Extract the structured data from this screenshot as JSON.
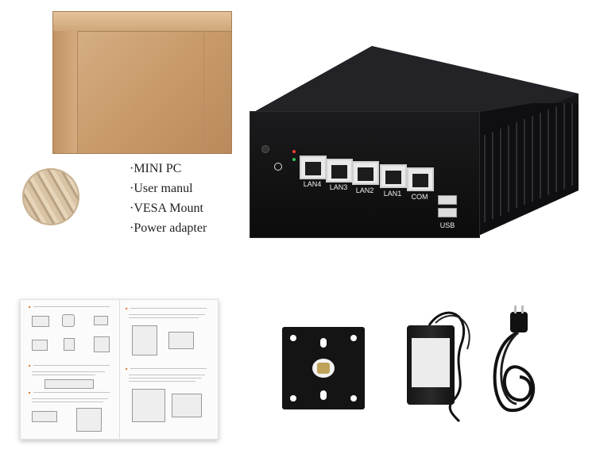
{
  "package_items": [
    "MINI PC",
    "User manul",
    "VESA Mount",
    "Power adapter"
  ],
  "ports": {
    "lan": [
      "LAN4",
      "LAN3",
      "LAN2",
      "LAN1"
    ],
    "com": "COM",
    "usb": "USB"
  },
  "colors": {
    "device_body": "#111112",
    "port_label": "#f0f0f0",
    "manual_accent": "#e06a1f",
    "box": "#c99b6b"
  }
}
